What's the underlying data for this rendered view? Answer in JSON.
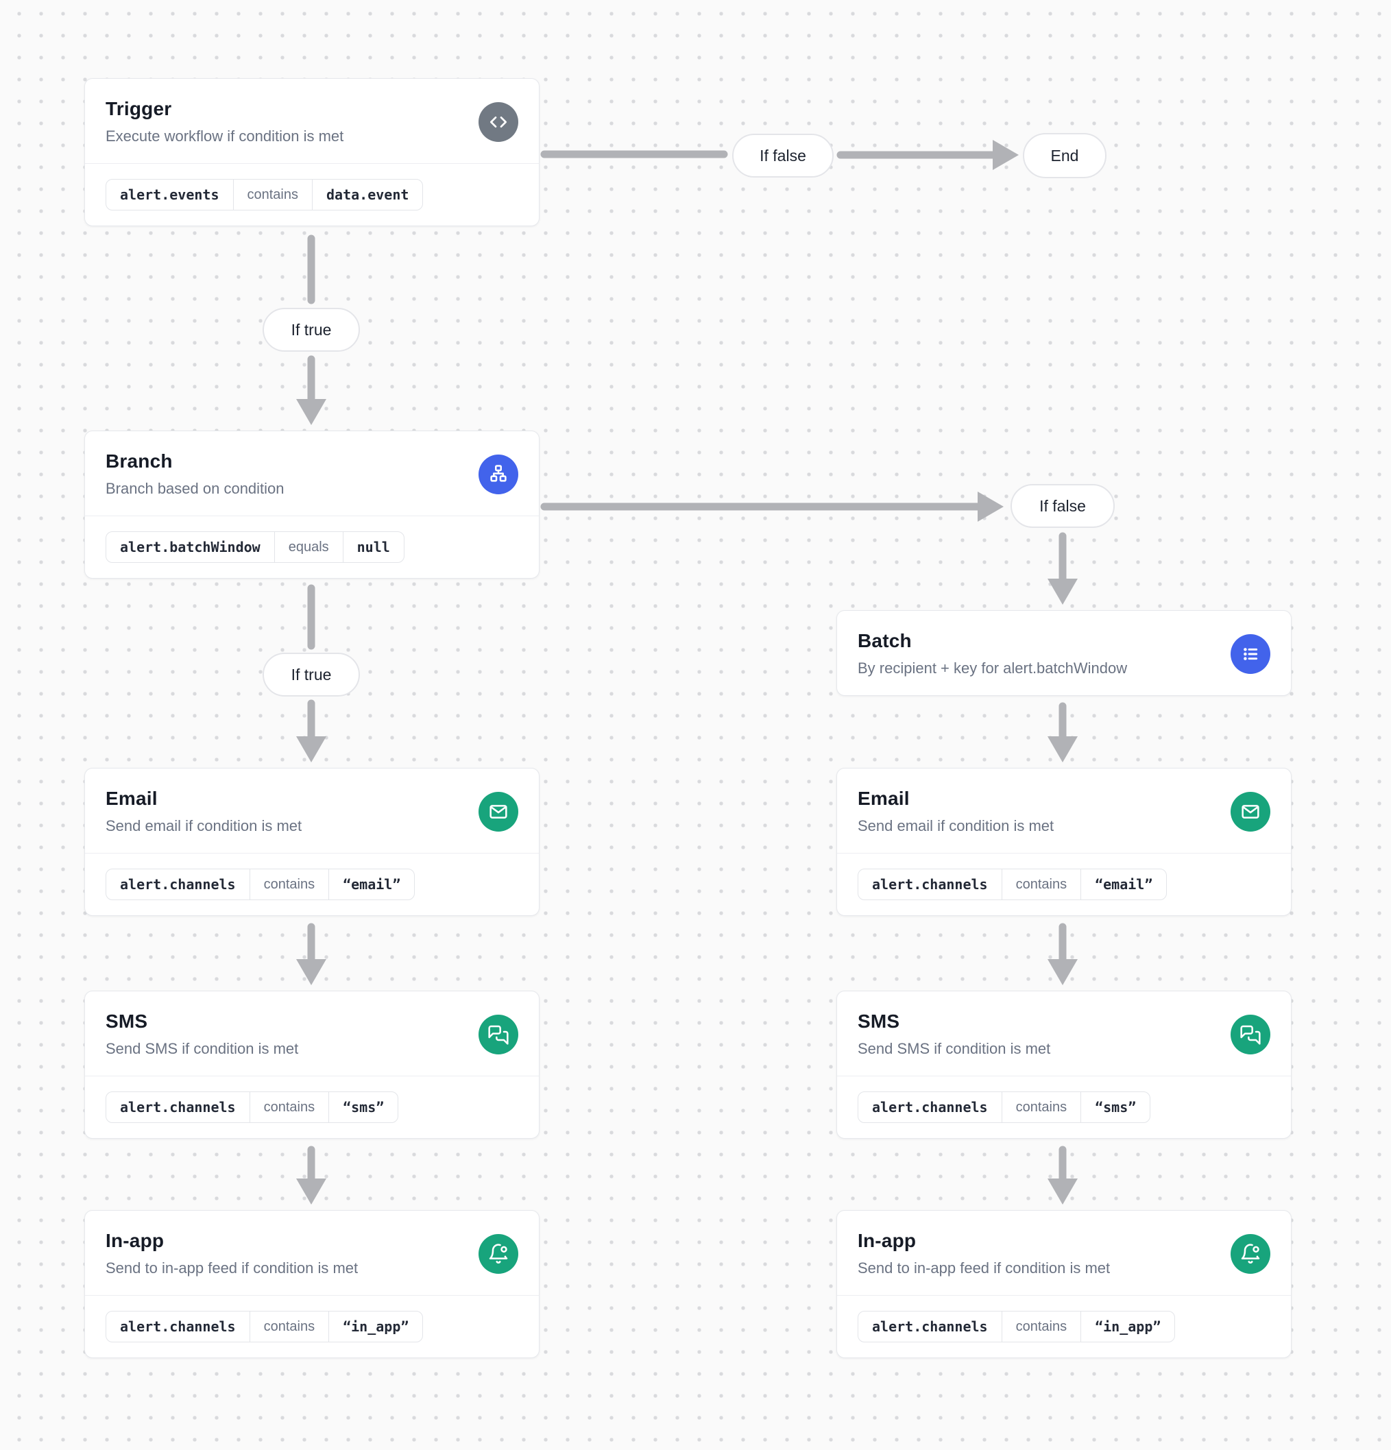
{
  "labels": {
    "if_true": "If true",
    "if_false": "If false",
    "end": "End"
  },
  "colors": {
    "icon_blue": "#4263eb",
    "icon_green": "#18a47c",
    "icon_gray": "#717983",
    "arrow_gray": "#b1b2b6",
    "canvas_bg": "#fafafa"
  },
  "nodes": {
    "trigger": {
      "title": "Trigger",
      "subtitle": "Execute workflow if condition is met",
      "icon": "code-icon",
      "condition": {
        "field": "alert.events",
        "operator": "contains",
        "value": "data.event"
      }
    },
    "branch": {
      "title": "Branch",
      "subtitle": "Branch based on condition",
      "icon": "sitemap-icon",
      "condition": {
        "field": "alert.batchWindow",
        "operator": "equals",
        "value": "null"
      }
    },
    "batch": {
      "title": "Batch",
      "subtitle": "By recipient + key for alert.batchWindow",
      "icon": "list-icon"
    },
    "email": {
      "title": "Email",
      "subtitle": "Send email if condition is met",
      "icon": "mail-icon",
      "condition": {
        "field": "alert.channels",
        "operator": "contains",
        "value": "“email”"
      }
    },
    "sms": {
      "title": "SMS",
      "subtitle": "Send SMS if condition is met",
      "icon": "chat-icon",
      "condition": {
        "field": "alert.channels",
        "operator": "contains",
        "value": "“sms”"
      }
    },
    "inapp": {
      "title": "In-app",
      "subtitle": "Send to in-app feed if condition is met",
      "icon": "bell-icon",
      "condition": {
        "field": "alert.channels",
        "operator": "contains",
        "value": "“in_app”"
      }
    }
  }
}
